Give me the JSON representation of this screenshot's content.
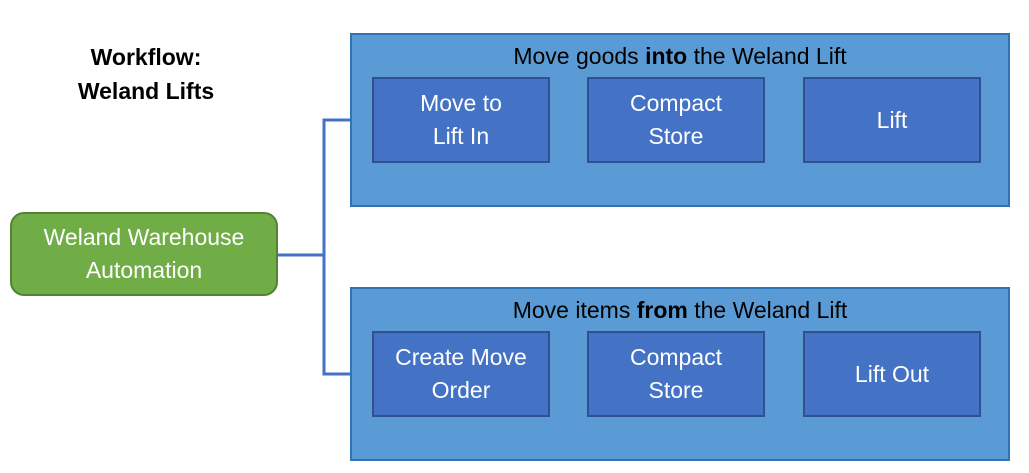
{
  "title": {
    "line1": "Workflow:",
    "line2": "Weland Lifts"
  },
  "source": {
    "line1": "Weland Warehouse",
    "line2": "Automation"
  },
  "groups": [
    {
      "title_before": "Move goods ",
      "title_bold": "into",
      "title_after": " the Weland Lift",
      "steps": [
        {
          "line1": "Move to",
          "line2": "Lift In"
        },
        {
          "line1": "Compact",
          "line2": "Store"
        },
        {
          "line1": "Lift",
          "line2": ""
        }
      ]
    },
    {
      "title_before": "Move items ",
      "title_bold": "from",
      "title_after": " the Weland Lift",
      "steps": [
        {
          "line1": "Create Move",
          "line2": "Order"
        },
        {
          "line1": "Compact",
          "line2": "Store"
        },
        {
          "line1": "Lift Out",
          "line2": ""
        }
      ]
    }
  ],
  "colors": {
    "source_fill": "#70ad47",
    "group_fill": "#5b9bd5",
    "step_fill": "#4472c4",
    "connector": "#4472c4"
  }
}
